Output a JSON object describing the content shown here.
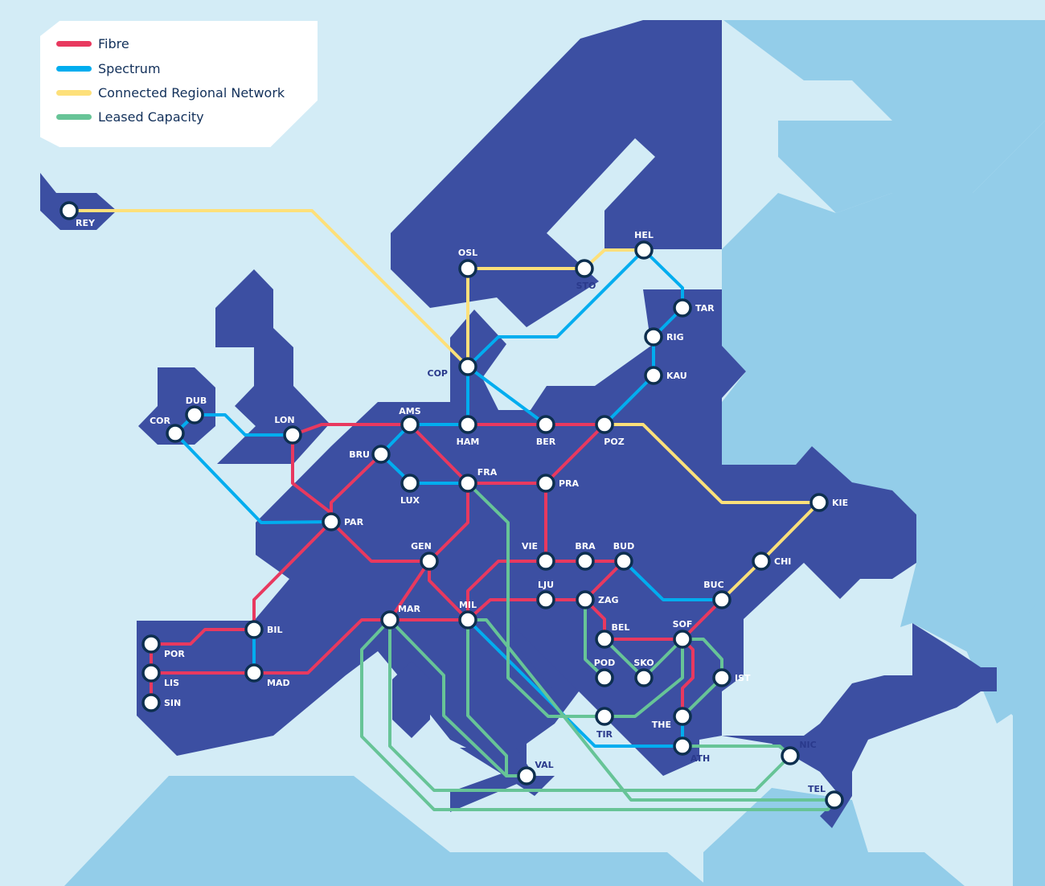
{
  "colors": {
    "sea": "#d3ecf6",
    "outer_sea": "#93cde9",
    "land": "#3c4fa2",
    "node_stroke": "#0d2f4f"
  },
  "legend": [
    {
      "label": "Fibre",
      "color": "#e8395f"
    },
    {
      "label": "Spectrum",
      "color": "#00adef"
    },
    {
      "label": "Connected Regional Network",
      "color": "#fde07a"
    },
    {
      "label": "Leased Capacity",
      "color": "#67c497"
    }
  ],
  "nodes": [
    "REY",
    "OSL",
    "STO",
    "HEL",
    "TAR",
    "RIG",
    "KAU",
    "COP",
    "AMS",
    "HAM",
    "BER",
    "POZ",
    "DUB",
    "COR",
    "LON",
    "BRU",
    "LUX",
    "FRA",
    "PRA",
    "KIE",
    "PAR",
    "GEN",
    "VIE",
    "BRA",
    "BUD",
    "CHI",
    "LJU",
    "ZAG",
    "BUC",
    "MAR",
    "MIL",
    "BIL",
    "BEL",
    "SOF",
    "POR",
    "LIS",
    "MAD",
    "POD",
    "SKO",
    "IST",
    "SIN",
    "TIR",
    "THE",
    "ATH",
    "NIC",
    "VAL",
    "TEL"
  ]
}
